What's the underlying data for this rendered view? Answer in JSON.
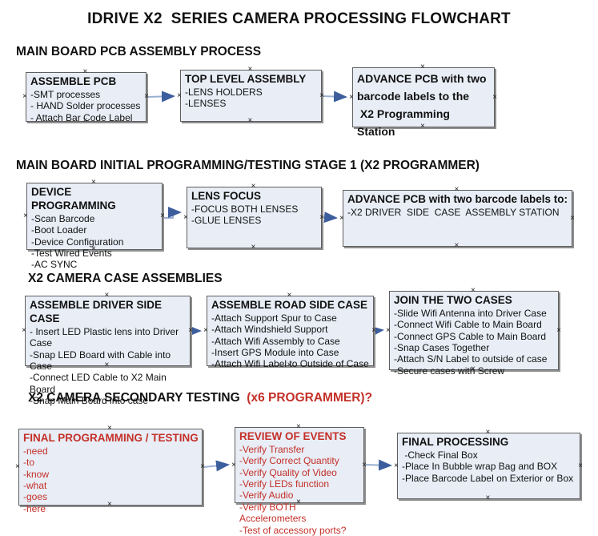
{
  "title": "IDRIVE X2  SERIES CAMERA PROCESSING FLOWCHART",
  "ui": {
    "handle_glyph": "×",
    "arrow_line_color": "#9ab0d0",
    "arrowhead_color": "#3d5e9d",
    "box_fill_color": "#e8edf6",
    "red_text_color": "#c43028"
  },
  "sections": [
    {
      "header": "MAIN BOARD PCB ASSEMBLY PROCESS",
      "boxes": [
        {
          "title": "ASSEMBLE PCB",
          "items": [
            "-SMT processes",
            "- HAND Solder processes",
            "- Attach Bar Code Label"
          ]
        },
        {
          "title": "TOP LEVEL ASSEMBLY",
          "items": [
            "-LENS HOLDERS",
            "-LENSES"
          ]
        },
        {
          "title": "ADVANCE PCB with two\nbarcode labels to the\n X2 Programming Station",
          "items": []
        }
      ]
    },
    {
      "header": "MAIN BOARD INITIAL PROGRAMMING/TESTING STAGE 1 (X2 PROGRAMMER)",
      "boxes": [
        {
          "title": "DEVICE PROGRAMMING",
          "items": [
            "-Scan Barcode",
            "-Boot Loader",
            "-Device Configuration",
            "-Test Wired Events",
            "-AC SYNC"
          ]
        },
        {
          "title": "LENS FOCUS",
          "items": [
            "-FOCUS BOTH LENSES",
            "-GLUE LENSES"
          ]
        },
        {
          "title": "ADVANCE PCB with two barcode labels to:",
          "items": [
            "-X2 DRIVER  SIDE  CASE  ASSEMBLY STATION"
          ]
        }
      ]
    },
    {
      "header": "X2 CAMERA CASE ASSEMBLIES",
      "boxes": [
        {
          "title": "ASSEMBLE DRIVER SIDE CASE",
          "items": [
            "- Insert LED Plastic lens into Driver Case",
            "-Snap LED Board with Cable into Case",
            "-Connect LED Cable to X2 Main Board",
            "-Snap Main Board into case"
          ]
        },
        {
          "title": "ASSEMBLE ROAD SIDE CASE",
          "items": [
            "-Attach Support Spur to Case",
            "-Attach Windshield Support",
            "-Attach Wifi Assembly to Case",
            "-Insert GPS Module into Case",
            "-Attach Wifi Label to Outside of Case"
          ]
        },
        {
          "title": "JOIN THE TWO CASES",
          "items": [
            "-Slide Wifi Antenna into Driver Case",
            "-Connect Wifi Cable to Main Board",
            "-Connect GPS Cable to Main Board",
            "-Snap Cases Together",
            "-Attach S/N Label to outside of case",
            "-Secure cases with Screw"
          ]
        }
      ]
    },
    {
      "header": "X2 CAMERA SECONDARY TESTING ",
      "header_red": " (x6 PROGRAMMER)?",
      "boxes": [
        {
          "title": "FINAL PROGRAMMING / TESTING",
          "items": [
            "-need",
            "-to",
            "-know",
            "-what",
            "-goes",
            "-here"
          ]
        },
        {
          "title": "REVIEW OF EVENTS",
          "items": [
            "-Verify Transfer",
            "-Verify Correct Quantity",
            "-Verify Quality of Video",
            "-Verify LEDs function",
            "-Verify Audio",
            "-Verify BOTH Accelerometers",
            "-Test of accessory ports?"
          ]
        },
        {
          "title": "FINAL PROCESSING",
          "items": [
            " -Check Final Box",
            "-Place In Bubble wrap Bag and BOX",
            "-Place Barcode Label on Exterior or Box"
          ]
        }
      ]
    }
  ]
}
